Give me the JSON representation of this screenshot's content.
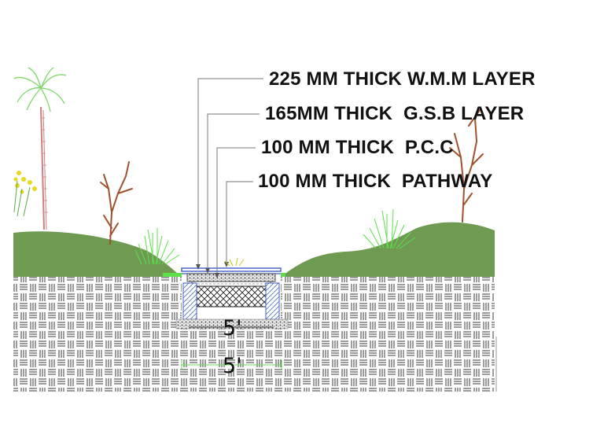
{
  "layers": [
    {
      "label": "225 MM THICK W.M.M LAYER"
    },
    {
      "label": "165MM THICK  G.S.B LAYER"
    },
    {
      "label": "100 MM THICK  P.C.C"
    },
    {
      "label": "100 MM THICK  PATHWAY"
    }
  ],
  "dimensions": {
    "inner_width": "5'",
    "outer_width": "5'"
  },
  "colors": {
    "ground_mound": "#6e9a52",
    "hatch_line": "#3a3a3a",
    "plant_green": "#5ee04a",
    "tree_trunk": "#a0522d",
    "palm_leaf": "#9ee08a",
    "leader_line": "#777777",
    "pathway_blue": "#4060c8"
  }
}
